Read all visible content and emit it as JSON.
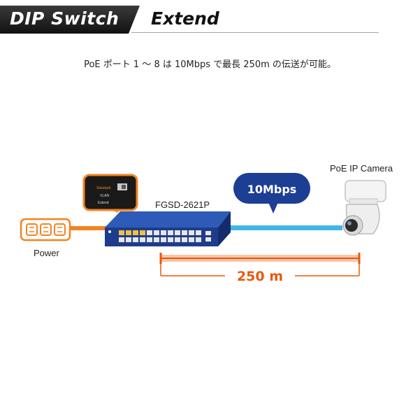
{
  "header": {
    "mode_title": "DIP Switch",
    "mode_value": "Extend"
  },
  "description": "PoE ポート 1 ～ 8 は 10Mbps で最長 250m の伝送が可能。",
  "labels": {
    "power": "Power",
    "switch_model": "FGSD-2621P",
    "camera": "PoE IP Camera",
    "speed": "10Mbps",
    "distance": "250 m"
  },
  "dip_switch_labels": [
    "Standard",
    "VLAN",
    "Extend"
  ],
  "colors": {
    "power_cable": "#f58220",
    "data_cable": "#41b6e6",
    "speed_bubble": "#1c3f94",
    "distance": "#e8590c",
    "switch_body": "#1e3c8c"
  }
}
